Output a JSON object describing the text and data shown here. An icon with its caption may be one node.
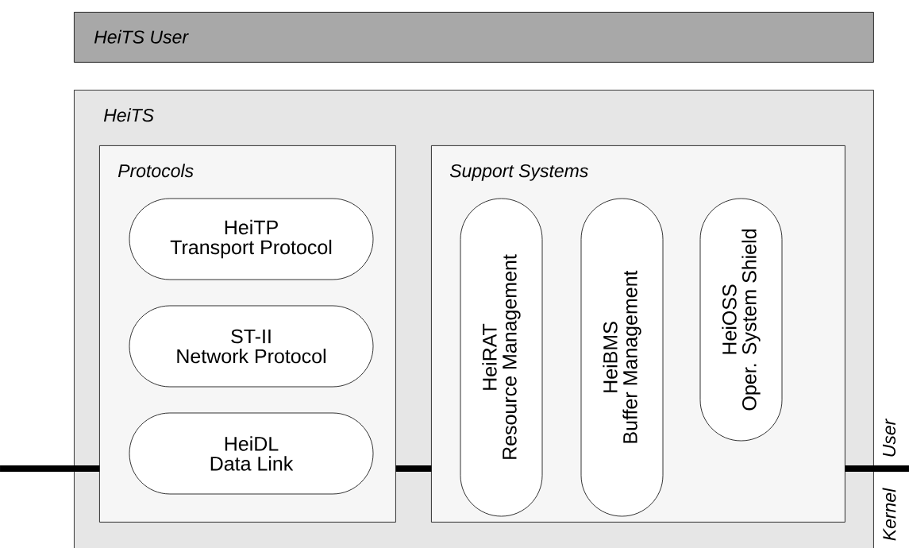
{
  "diagram": {
    "nodes": [
      {
        "text": [
          "HeiTS User"
        ]
      },
      {
        "text": [
          "HeiTS"
        ]
      },
      {
        "text": [
          "Protocols"
        ],
        "in": 1
      },
      {
        "text": [
          "HeiTP",
          "Transport Protocol"
        ],
        "in": 2
      },
      {
        "text": [
          "ST-II",
          "Network Protocol"
        ],
        "in": 2
      },
      {
        "text": [
          "HeiDL",
          "Data Link"
        ],
        "in": 2
      },
      {
        "text": [
          "Support Systems"
        ],
        "in": 1
      },
      {
        "text": [
          "HeiRAT",
          "Resource Management"
        ],
        "in": 6
      },
      {
        "text": [
          "HeiBMS",
          "Buffer Management"
        ],
        "in": 6
      },
      {
        "text": [
          "HeiOSS",
          "Oper. System Shield"
        ],
        "in": 6
      }
    ],
    "labels": [
      "User",
      "Kernel"
    ]
  }
}
